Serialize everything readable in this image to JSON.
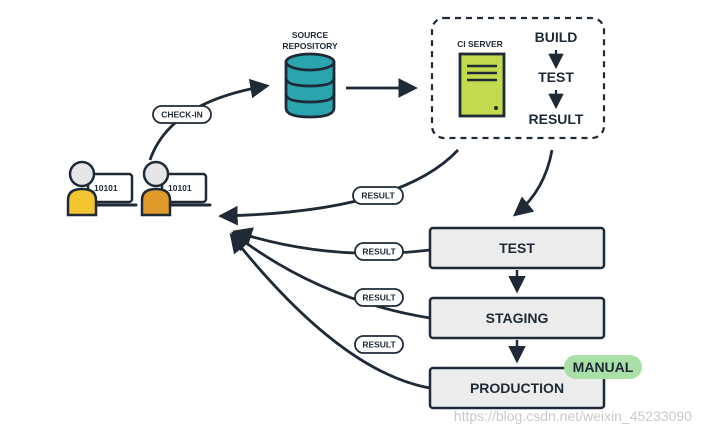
{
  "labels": {
    "source_repository_line1": "SOURCE",
    "source_repository_line2": "REPOSITORY",
    "ci_server": "CI SERVER",
    "build": "BUILD",
    "test": "TEST",
    "result": "RESULT",
    "check_in": "CHECK-IN",
    "binary_left": "10101",
    "binary_right": "10101"
  },
  "result_pills": [
    "RESULT",
    "RESULT",
    "RESULT",
    "RESULT"
  ],
  "stages": [
    "TEST",
    "STAGING",
    "PRODUCTION"
  ],
  "manual_badge": "MANUAL",
  "watermark": "https://blog.csdn.net/weixin_45233090",
  "colors": {
    "ink": "#1f2a36",
    "database": "#2aa5ae",
    "server": "#c3da4f",
    "stage_fill": "#ececec",
    "manual_badge": "#a8e0a8",
    "person_left": "#f3c531",
    "person_right": "#e09a2a"
  }
}
